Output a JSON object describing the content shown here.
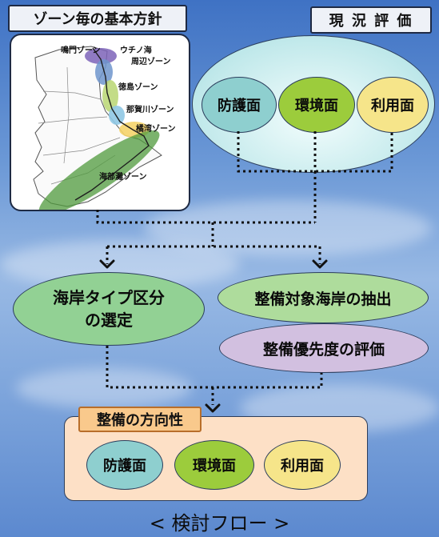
{
  "zone_title": "ゾーン毎の基本方針",
  "current_eval_title": "現 況 評 価",
  "current_eval_items": [
    "防護面",
    "環境面",
    "利用面"
  ],
  "map_labels": {
    "naruto": "鳴門ゾーン",
    "uchinoumi": "ウチノ海",
    "shuhen": "周辺ゾーン",
    "tokushima": "徳島ゾーン",
    "nakagawa": "那賀川ゾーン",
    "tachibana": "橘湾ゾーン",
    "kaifu": "海部灘ゾーン"
  },
  "coast_type": "海岸タイプ区分の選定",
  "coast_type_lines": [
    "海岸タイプ区分",
    "の選定"
  ],
  "extract": "整備対象海岸の抽出",
  "priority": "整備優先度の評価",
  "direction_title": "整備の方向性",
  "direction_items": [
    "防護面",
    "環境面",
    "利用面"
  ],
  "caption": "< 検討フロー >",
  "colors": {
    "bouhgo": "#8ecfcf",
    "kankyo": "#9ccc3c",
    "riyo": "#f6e58a",
    "coast_type": "#92d194",
    "extract": "#aedc9c",
    "priority": "#d2c0e0",
    "direction_panel": "#fde0c6",
    "direction_tag": "#f9c98c"
  }
}
